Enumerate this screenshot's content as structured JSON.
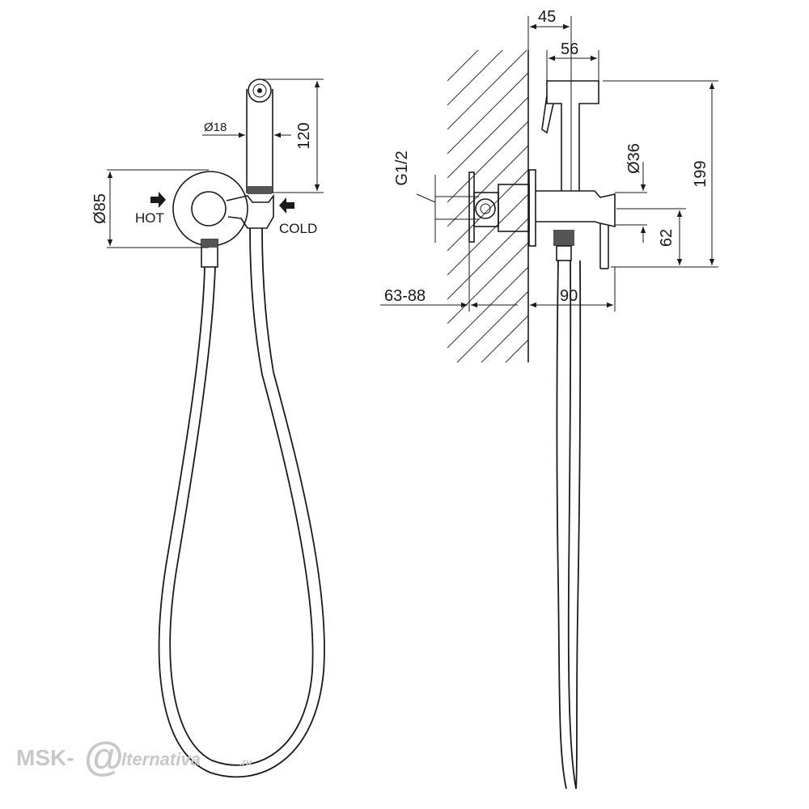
{
  "front_view": {
    "labels": {
      "hot": "HOT",
      "cold": "COLD",
      "diameter_body": "Ø85",
      "diameter_handle": "Ø18",
      "height_handle": "120"
    }
  },
  "side_view": {
    "labels": {
      "top_offset": "45",
      "head_width": "56",
      "thread": "G1/2",
      "diameter_valve": "Ø36",
      "total_height": "199",
      "outlet_height": "62",
      "depth_range": "63-88",
      "projection": "90"
    }
  },
  "watermark": {
    "brand": "MSK-",
    "mark": "@",
    "suffix": "lternativa",
    "domain": ".ru"
  },
  "colors": {
    "line": "#1a1a1a",
    "watermark": "#c8c8c8"
  }
}
